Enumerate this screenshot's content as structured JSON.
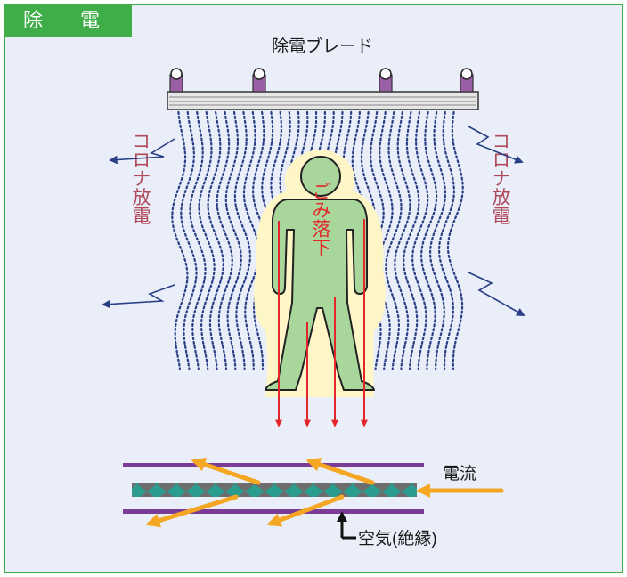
{
  "header": {
    "tab_label": "除　電"
  },
  "labels": {
    "blade": "除電ブレード",
    "corona_left": "コロナ放電",
    "corona_right": "コロナ放電",
    "dust_fall": "ごみ落下",
    "current": "電流",
    "air": "空気(絶縁)"
  },
  "colors": {
    "frame": "#3fae49",
    "panel_bg": "#e9eef8",
    "wave_dots": "#2a3f86",
    "person_fill": "#a9d79b",
    "halo": "#fff6c8",
    "arrow_red": "#e2262a",
    "arrow_orange": "#f5a623",
    "corona_text": "#b04a5a",
    "plate": "#7a3c96",
    "band_teal": "#2a9d8f",
    "band_gray": "#6d6d6d"
  },
  "icons": {
    "blade": "electrode-blade-icon",
    "person": "person-icon",
    "discharge": "zigzag-arrow-icon"
  }
}
